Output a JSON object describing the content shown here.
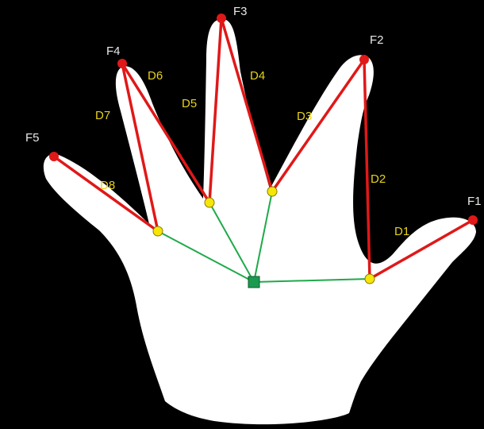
{
  "colors": {
    "background": "#000000",
    "hand": "#ffffff",
    "distance_line": "#e01818",
    "centroid_line": "#1faa4a",
    "fingertip": "#e01818",
    "valley_point": "#f5e60a",
    "centroid": "#1a9a50",
    "tip_label": "#e8e8e8",
    "distance_label": "#e6d219"
  },
  "fingertips": [
    {
      "id": "f1",
      "label": "F1"
    },
    {
      "id": "f2",
      "label": "F2"
    },
    {
      "id": "f3",
      "label": "F3"
    },
    {
      "id": "f4",
      "label": "F4"
    },
    {
      "id": "f5",
      "label": "F5"
    }
  ],
  "distances": [
    {
      "id": "d1",
      "label": "D1"
    },
    {
      "id": "d2",
      "label": "D2"
    },
    {
      "id": "d3",
      "label": "D3"
    },
    {
      "id": "d4",
      "label": "D4"
    },
    {
      "id": "d5",
      "label": "D5"
    },
    {
      "id": "d6",
      "label": "D6"
    },
    {
      "id": "d7",
      "label": "D7"
    },
    {
      "id": "d8",
      "label": "D8"
    }
  ],
  "valley_points": [
    "v1",
    "v2",
    "v3",
    "v4"
  ],
  "centroid": "palm-center"
}
